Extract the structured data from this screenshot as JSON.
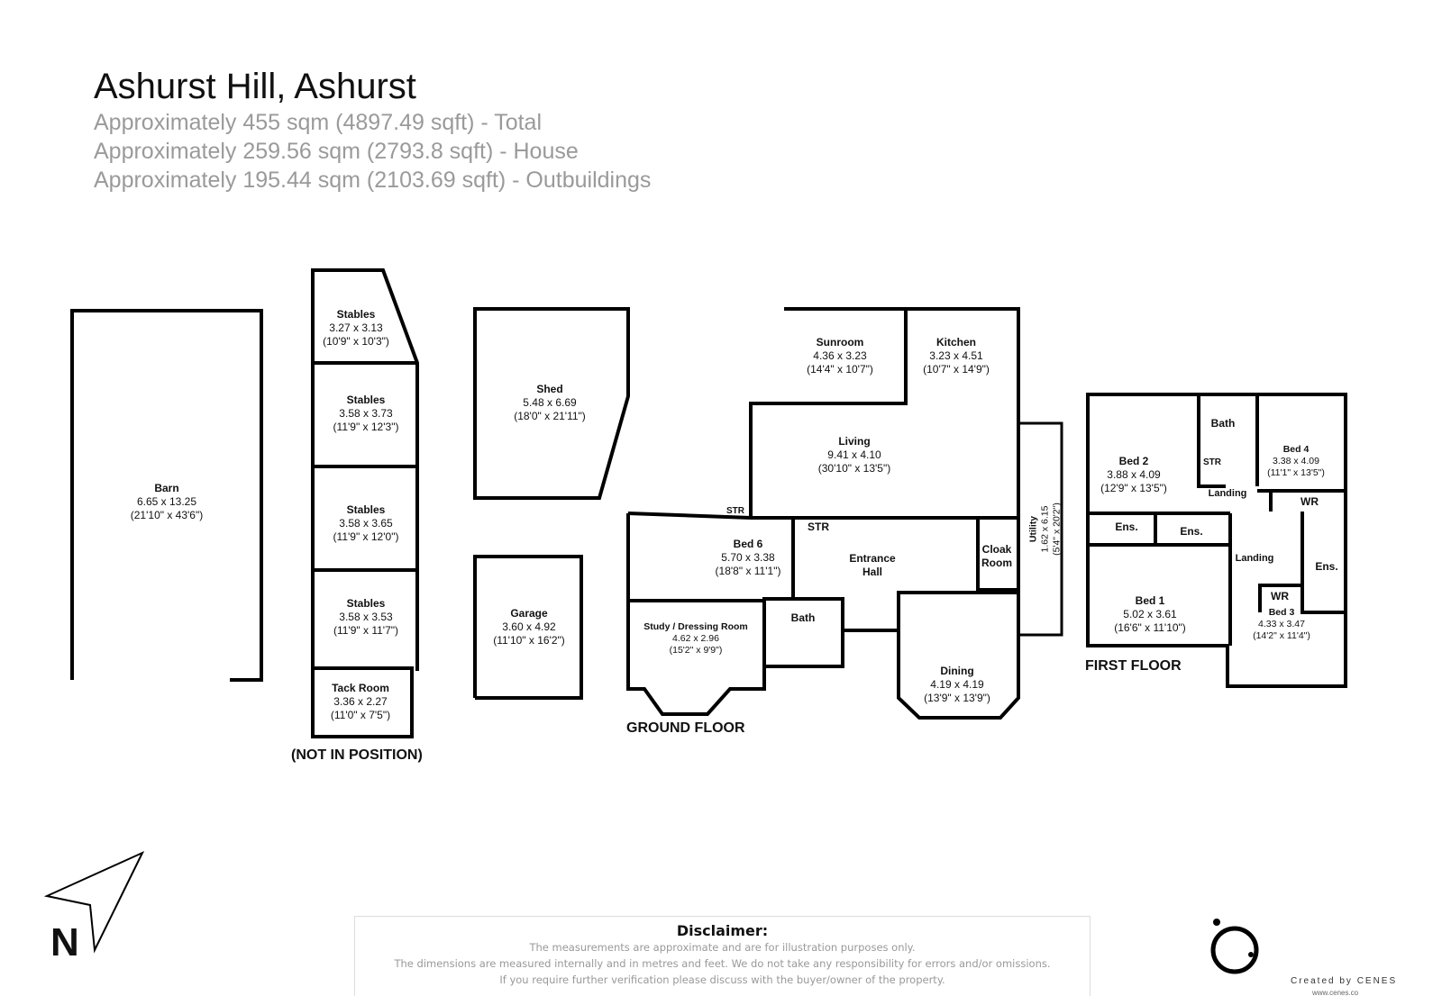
{
  "header": {
    "title": "Ashurst Hill, Ashurst",
    "areas": [
      "Approximately 455 sqm (4897.49 sqft) - Total",
      "Approximately 259.56 sqm (2793.8 sqft) - House",
      "Approximately 195.44 sqm (2103.69 sqft) - Outbuildings"
    ]
  },
  "outbuildings": {
    "note": "(NOT IN POSITION)",
    "rooms": [
      {
        "name": "Barn",
        "metric": "6.65 x 13.25",
        "imperial": "(21'10\" x 43'6\")"
      },
      {
        "name": "Stables",
        "metric": "3.27 x 3.13",
        "imperial": "(10'9\" x 10'3\")"
      },
      {
        "name": "Stables",
        "metric": "3.58 x 3.73",
        "imperial": "(11'9\" x 12'3\")"
      },
      {
        "name": "Stables",
        "metric": "3.58 x 3.65",
        "imperial": "(11'9\" x 12'0\")"
      },
      {
        "name": "Stables",
        "metric": "3.58 x 3.53",
        "imperial": "(11'9\" x 11'7\")"
      },
      {
        "name": "Tack Room",
        "metric": "3.36 x 2.27",
        "imperial": "(11'0\" x 7'5\")"
      },
      {
        "name": "Shed",
        "metric": "5.48 x 6.69",
        "imperial": "(18'0\" x 21'11\")"
      },
      {
        "name": "Garage",
        "metric": "3.60 x 4.92",
        "imperial": "(11'10\" x 16'2\")"
      }
    ]
  },
  "ground_floor": {
    "label": "GROUND FLOOR",
    "rooms": [
      {
        "name": "Sunroom",
        "metric": "4.36 x 3.23",
        "imperial": "(14'4\" x 10'7\")"
      },
      {
        "name": "Kitchen",
        "metric": "3.23 x 4.51",
        "imperial": "(10'7\" x 14'9\")"
      },
      {
        "name": "Living",
        "metric": "9.41 x 4.10",
        "imperial": "(30'10\" x 13'5\")"
      },
      {
        "name": "Bed 6",
        "metric": "5.70 x 3.38",
        "imperial": "(18'8\" x 11'1\")"
      },
      {
        "name": "Study / Dressing Room",
        "metric": "4.62 x 2.96",
        "imperial": "(15'2\" x 9'9\")"
      },
      {
        "name": "Dining",
        "metric": "4.19 x 4.19",
        "imperial": "(13'9\" x 13'9\")"
      },
      {
        "name": "Utility",
        "metric": "1.62 x 6.15",
        "imperial": "(5'4\" x 20'2\")"
      }
    ],
    "labels": {
      "str1": "STR",
      "str2": "STR",
      "bath": "Bath",
      "entrance_hall": "Entrance Hall",
      "cloak_room": "Cloak Room"
    }
  },
  "first_floor": {
    "label": "FIRST FLOOR",
    "rooms": [
      {
        "name": "Bed 2",
        "metric": "3.88 x 4.09",
        "imperial": "(12'9\" x 13'5\")"
      },
      {
        "name": "Bed 4",
        "metric": "3.38 x 4.09",
        "imperial": "(11'1\" x 13'5\")"
      },
      {
        "name": "Bed 1",
        "metric": "5.02 x 3.61",
        "imperial": "(16'6\" x 11'10\")"
      },
      {
        "name": "Bed 3",
        "metric": "4.33 x 3.47",
        "imperial": "(14'2\" x 11'4\")"
      }
    ],
    "labels": {
      "bath": "Bath",
      "str": "STR",
      "landing1": "Landing",
      "landing2": "Landing",
      "wr1": "WR",
      "wr2": "WR",
      "ens1": "Ens.",
      "ens2": "Ens.",
      "ens3": "Ens."
    }
  },
  "compass": {
    "letter": "N"
  },
  "disclaimer": {
    "heading": "Disclaimer:",
    "lines": [
      "The measurements are approximate and are for illustration purposes only.",
      "The dimensions are measured internally and in metres and feet. We do not take any responsibility for errors and/or omissions.",
      "If you require further verification please discuss with the buyer/owner of the property."
    ]
  },
  "logo": {
    "text": "Created by CENES",
    "url": "www.cenes.co"
  }
}
